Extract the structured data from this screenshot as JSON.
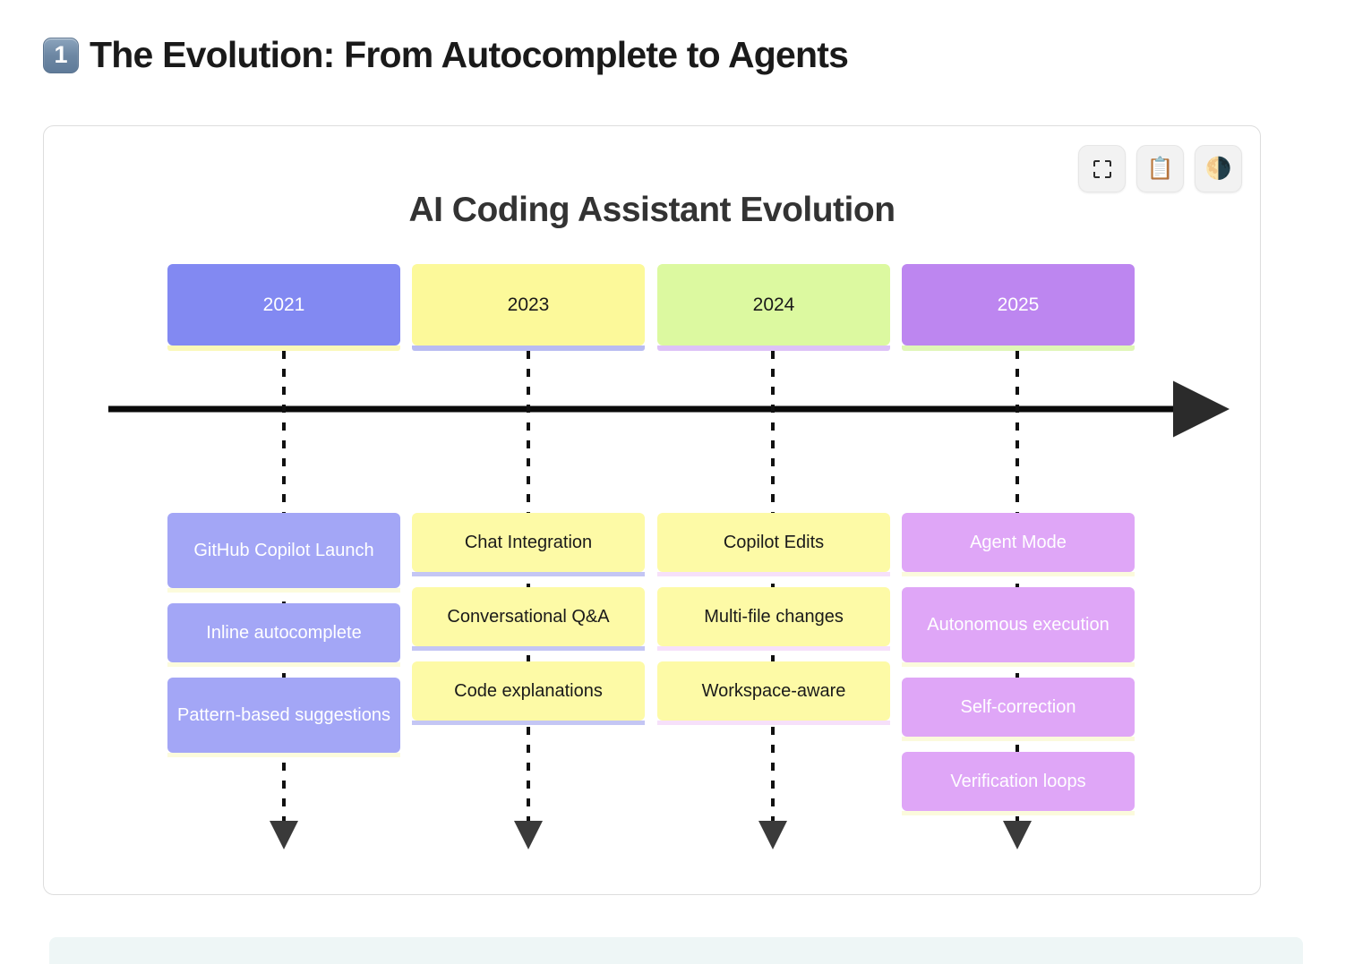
{
  "heading": {
    "keycap": "1",
    "keycap_icon": "keycap-one-emoji",
    "text": "The Evolution: From Autocomplete to Agents"
  },
  "toolbar": {
    "buttons": [
      {
        "name": "fullscreen-button",
        "icon": "fullscreen-icon",
        "glyph": ""
      },
      {
        "name": "copy-button",
        "icon": "clipboard-icon",
        "glyph": "📋"
      },
      {
        "name": "theme-toggle-button",
        "icon": "half-moon-icon",
        "glyph": "🌗"
      }
    ]
  },
  "chart_data": {
    "type": "timeline",
    "title": "AI Coding Assistant Evolution",
    "axis": {
      "orientation": "horizontal",
      "arrow": true,
      "label": ""
    },
    "periods": [
      {
        "year": "2021",
        "head_bg": "#8289f2",
        "head_fg": "#ffffff",
        "head_shadow": "#fbf8b8",
        "event_bg": "#a3a6f6",
        "event_fg": "#ffffff",
        "event_shadow": "#fcfbdc",
        "events": [
          "GitHub Copilot Launch",
          "Inline autocomplete",
          "Pattern-based suggestions"
        ]
      },
      {
        "year": "2023",
        "head_bg": "#fcf99a",
        "head_fg": "#1a1a1a",
        "head_shadow": "#b9bcf2",
        "event_bg": "#fdfaa6",
        "event_fg": "#1a1a1a",
        "event_shadow": "#c4c6f4",
        "events": [
          "Chat Integration",
          "Conversational Q&A",
          "Code explanations"
        ]
      },
      {
        "year": "2024",
        "head_bg": "#dcf9a0",
        "head_fg": "#1a1a1a",
        "head_shadow": "#ddc2f7",
        "event_bg": "#fdfaa6",
        "event_fg": "#1a1a1a",
        "event_shadow": "#f6e0fa",
        "events": [
          "Copilot Edits",
          "Multi-file changes",
          "Workspace-aware"
        ]
      },
      {
        "year": "2025",
        "head_bg": "#bd86f0",
        "head_fg": "#ffffff",
        "head_shadow": "#e0f6b7",
        "event_bg": "#dfa6f7",
        "event_fg": "#ffffff",
        "event_shadow": "#fbfadc",
        "events": [
          "Agent Mode",
          "Autonomous execution",
          "Self-correction",
          "Verification loops"
        ]
      }
    ]
  }
}
